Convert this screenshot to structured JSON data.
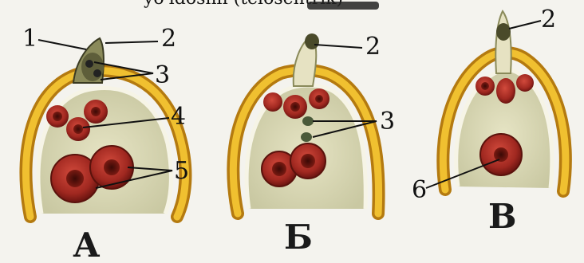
{
  "caption": "yo'ldoshli (telosentrik)",
  "footnote": "",
  "panels": [
    "A",
    "Б",
    "B"
  ],
  "labels": {
    "a_1": "1",
    "a_2": "2",
    "a_3": "3",
    "a_4": "4",
    "a_5": "5",
    "b_2": "2",
    "b_3": "3",
    "c_2": "2",
    "c_6": "6"
  },
  "colors": {
    "wall": "#e0a820",
    "wall_dark": "#b47a10",
    "interior": "#d8d7b8",
    "cell": "#b8302a",
    "cell_dark": "#6a1410"
  }
}
